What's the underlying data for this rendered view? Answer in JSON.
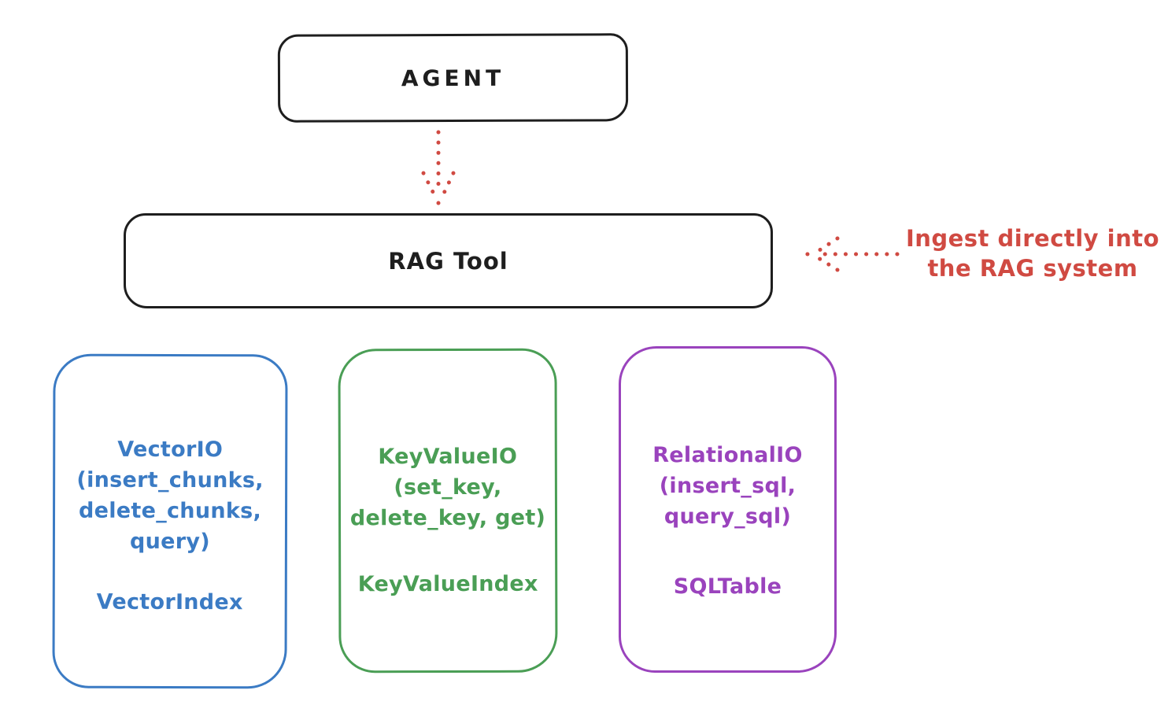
{
  "diagram": {
    "agent": {
      "label": "AGENT"
    },
    "rag": {
      "label": "RAG Tool"
    },
    "annotation": {
      "line1": "Ingest directly into",
      "line2": "the RAG system"
    },
    "io_boxes": [
      {
        "name": "VectorIO",
        "color": "#3b7bc4",
        "lines": [
          "VectorIO",
          "(insert_chunks,",
          "delete_chunks,",
          "query)"
        ],
        "index_label": "VectorIndex"
      },
      {
        "name": "KeyValueIO",
        "color": "#4a9e55",
        "lines": [
          "KeyValueIO",
          "(set_key,",
          "delete_key, get)"
        ],
        "index_label": "KeyValueIndex"
      },
      {
        "name": "RelationalIO",
        "color": "#9a43bd",
        "lines": [
          "RelationalIO",
          "(insert_sql,",
          "query_sql)"
        ],
        "index_label": "SQLTable"
      }
    ],
    "colors": {
      "ink": "#1e1e1e",
      "red": "#d04a42",
      "blue": "#3b7bc4",
      "green": "#4a9e55",
      "purple": "#9a43bd"
    }
  }
}
